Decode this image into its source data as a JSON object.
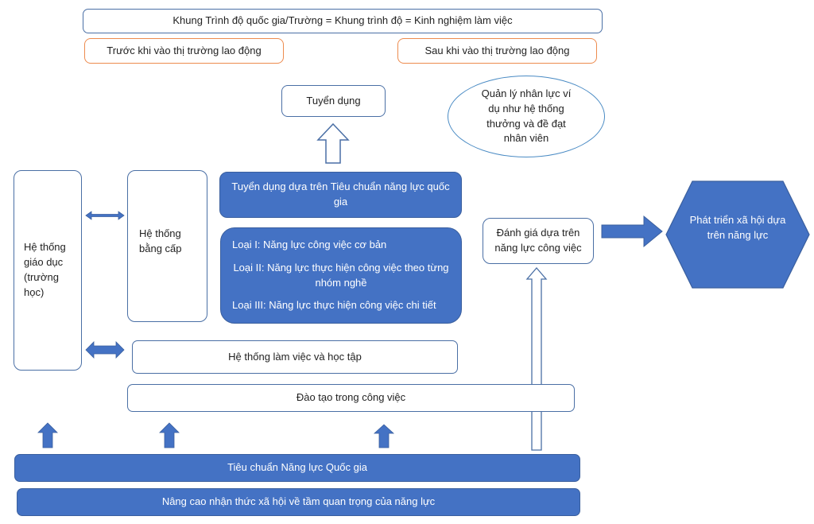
{
  "header": {
    "framework": "Khung Trình độ quốc gia/Trường = Khung trình độ = Kinh nghiệm làm việc",
    "before": "Trước khi vào thị trường lao động",
    "after": "Sau khi vào thị trường lao động"
  },
  "nodes": {
    "recruitment": "Tuyển dụng",
    "hr_management": "Quản lý nhân lực ví dụ như hệ thống thưởng và đề đạt nhân viên",
    "recruitment_standard": "Tuyển dụng dựa trên Tiêu chuẩn năng lực quốc gia",
    "education_system": "Hệ thống giáo dục (trường học)",
    "qualification_system": "Hệ thống bằng cấp",
    "competency_types": [
      "Loại I: Năng lực công việc cơ bản",
      "Loại II: Năng lực thực hiện công việc theo từng nhóm nghề",
      "Loại III: Năng lực thực hiện công việc chi tiết"
    ],
    "assessment": "Đánh giá dựa trên năng lực công việc",
    "development": "Phát triển xã hội dựa trên năng lực",
    "work_study_system": "Hệ thống làm việc và học tập",
    "on_job_training": "Đào tạo trong công việc",
    "national_standard": "Tiêu chuẩn Năng lực Quốc gia",
    "awareness": "Nâng cao nhận thức xã hội về tầm quan trọng của năng lực"
  },
  "colors": {
    "primary_blue": "#4472c4",
    "outline_blue": "#4a6fa5",
    "orange": "#ed8b4e"
  }
}
